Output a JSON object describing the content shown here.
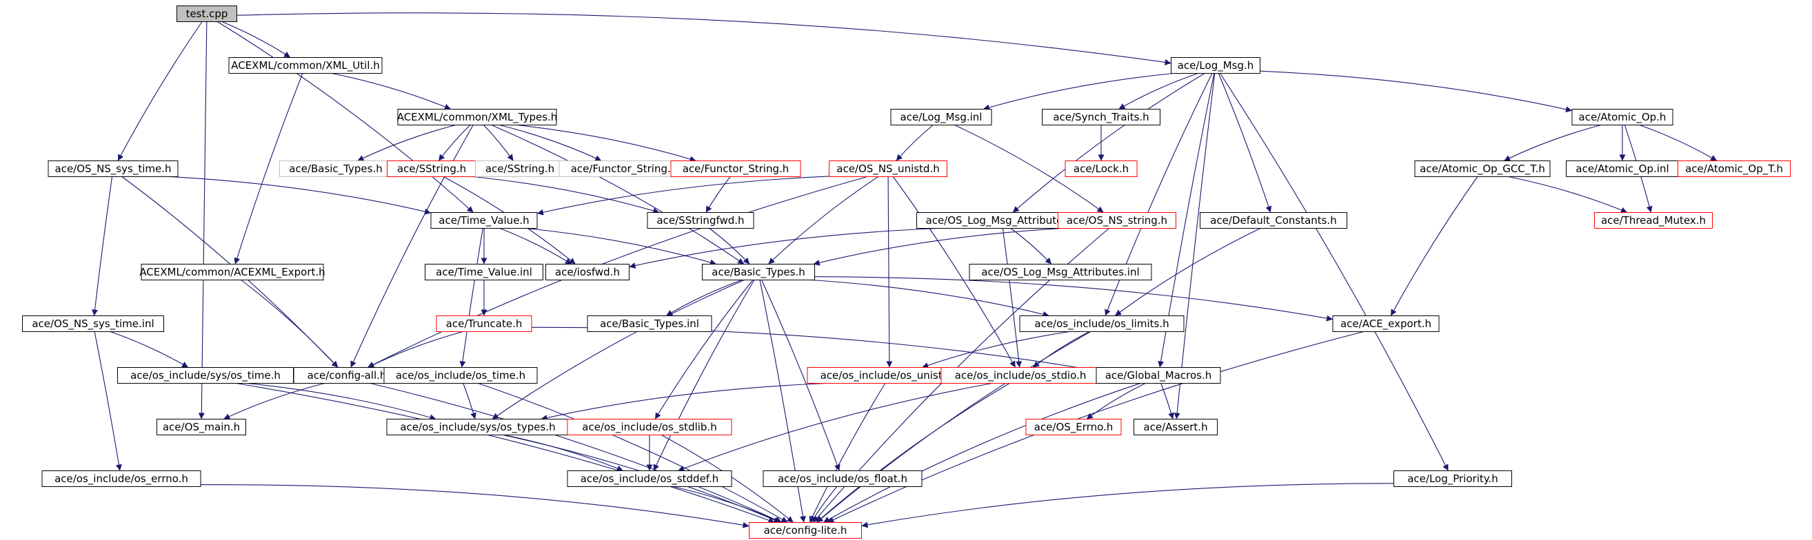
{
  "colors": {
    "edge": "#191970",
    "node_border_default": "#000000",
    "node_border_incomplete": "#ff0000",
    "node_border_external": "#bfbfbf",
    "root_fill": "#bfbfbf",
    "node_fill": "#ffffff"
  },
  "nodes": [
    {
      "id": "test_cpp",
      "label": "test.cpp",
      "style": "root"
    },
    {
      "id": "acexml_util",
      "label": "ACEXML/common/XML_Util.h",
      "style": "default"
    },
    {
      "id": "log_msg",
      "label": "ace/Log_Msg.h",
      "style": "default"
    },
    {
      "id": "acexml_types",
      "label": "ACEXML/common/XML_Types.h",
      "style": "default"
    },
    {
      "id": "log_msg_inl",
      "label": "ace/Log_Msg.inl",
      "style": "default"
    },
    {
      "id": "synch_traits",
      "label": "ace/Synch_Traits.h",
      "style": "default"
    },
    {
      "id": "atomic_op",
      "label": "ace/Atomic_Op.h",
      "style": "default"
    },
    {
      "id": "os_ns_sys_time",
      "label": "ace/OS_NS_sys_time.h",
      "style": "default"
    },
    {
      "id": "basic_types_ext",
      "label": "ace/Basic_Types.h",
      "style": "external"
    },
    {
      "id": "sstring",
      "label": "ace/SString.h",
      "style": "incomplete"
    },
    {
      "id": "sstring_ext",
      "label": "ace/SString.h",
      "style": "external"
    },
    {
      "id": "functor_string_ext",
      "label": "ace/Functor_String.h",
      "style": "external"
    },
    {
      "id": "functor_string",
      "label": "ace/Functor_String.h",
      "style": "incomplete"
    },
    {
      "id": "os_ns_unistd",
      "label": "ace/OS_NS_unistd.h",
      "style": "incomplete"
    },
    {
      "id": "lock",
      "label": "ace/Lock.h",
      "style": "incomplete"
    },
    {
      "id": "atomic_op_gcc",
      "label": "ace/Atomic_Op_GCC_T.h",
      "style": "default"
    },
    {
      "id": "atomic_op_inl",
      "label": "ace/Atomic_Op.inl",
      "style": "default"
    },
    {
      "id": "atomic_op_t",
      "label": "ace/Atomic_Op_T.h",
      "style": "incomplete"
    },
    {
      "id": "time_value",
      "label": "ace/Time_Value.h",
      "style": "default"
    },
    {
      "id": "sstringfwd",
      "label": "ace/SStringfwd.h",
      "style": "default"
    },
    {
      "id": "os_log_msg_attr",
      "label": "ace/OS_Log_Msg_Attributes.h",
      "style": "default"
    },
    {
      "id": "os_ns_string",
      "label": "ace/OS_NS_string.h",
      "style": "incomplete"
    },
    {
      "id": "default_constants",
      "label": "ace/Default_Constants.h",
      "style": "default"
    },
    {
      "id": "thread_mutex",
      "label": "ace/Thread_Mutex.h",
      "style": "incomplete"
    },
    {
      "id": "acexml_export",
      "label": "ACEXML/common/ACEXML_Export.h",
      "style": "default"
    },
    {
      "id": "time_value_inl",
      "label": "ace/Time_Value.inl",
      "style": "default"
    },
    {
      "id": "iosfwd",
      "label": "ace/iosfwd.h",
      "style": "default"
    },
    {
      "id": "basic_types",
      "label": "ace/Basic_Types.h",
      "style": "default"
    },
    {
      "id": "os_log_msg_attr_inl",
      "label": "ace/OS_Log_Msg_Attributes.inl",
      "style": "default"
    },
    {
      "id": "os_ns_sys_time_inl",
      "label": "ace/OS_NS_sys_time.inl",
      "style": "default"
    },
    {
      "id": "truncate",
      "label": "ace/Truncate.h",
      "style": "incomplete"
    },
    {
      "id": "basic_types_inl",
      "label": "ace/Basic_Types.inl",
      "style": "default"
    },
    {
      "id": "os_limits",
      "label": "ace/os_include/os_limits.h",
      "style": "default"
    },
    {
      "id": "ace_export",
      "label": "ace/ACE_export.h",
      "style": "default"
    },
    {
      "id": "sys_os_time",
      "label": "ace/os_include/sys/os_time.h",
      "style": "default"
    },
    {
      "id": "config_all",
      "label": "ace/config-all.h",
      "style": "default"
    },
    {
      "id": "os_time",
      "label": "ace/os_include/os_time.h",
      "style": "default"
    },
    {
      "id": "os_unistd",
      "label": "ace/os_include/os_unistd.h",
      "style": "incomplete"
    },
    {
      "id": "os_stdio",
      "label": "ace/os_include/os_stdio.h",
      "style": "incomplete"
    },
    {
      "id": "global_macros",
      "label": "ace/Global_Macros.h",
      "style": "default"
    },
    {
      "id": "os_main",
      "label": "ace/OS_main.h",
      "style": "default"
    },
    {
      "id": "sys_os_types",
      "label": "ace/os_include/sys/os_types.h",
      "style": "default"
    },
    {
      "id": "os_stdlib",
      "label": "ace/os_include/os_stdlib.h",
      "style": "incomplete"
    },
    {
      "id": "os_errno_ace",
      "label": "ace/OS_Errno.h",
      "style": "incomplete"
    },
    {
      "id": "assert",
      "label": "ace/Assert.h",
      "style": "default"
    },
    {
      "id": "os_errno",
      "label": "ace/os_include/os_errno.h",
      "style": "default"
    },
    {
      "id": "os_stddef",
      "label": "ace/os_include/os_stddef.h",
      "style": "default"
    },
    {
      "id": "os_float",
      "label": "ace/os_include/os_float.h",
      "style": "default"
    },
    {
      "id": "log_priority",
      "label": "ace/Log_Priority.h",
      "style": "default"
    },
    {
      "id": "config_lite",
      "label": "ace/config-lite.h",
      "style": "incomplete"
    }
  ],
  "edges": [
    [
      "test_cpp",
      "acexml_util"
    ],
    [
      "test_cpp",
      "log_msg"
    ],
    [
      "test_cpp",
      "os_ns_sys_time"
    ],
    [
      "test_cpp",
      "time_value"
    ],
    [
      "test_cpp",
      "os_main"
    ],
    [
      "acexml_util",
      "acexml_types"
    ],
    [
      "acexml_util",
      "acexml_export"
    ],
    [
      "acexml_types",
      "basic_types_ext"
    ],
    [
      "acexml_types",
      "sstring"
    ],
    [
      "acexml_types",
      "sstring_ext"
    ],
    [
      "acexml_types",
      "functor_string_ext"
    ],
    [
      "acexml_types",
      "functor_string"
    ],
    [
      "acexml_types",
      "basic_types"
    ],
    [
      "acexml_types",
      "config_all"
    ],
    [
      "log_msg",
      "log_msg_inl"
    ],
    [
      "log_msg",
      "synch_traits"
    ],
    [
      "log_msg",
      "atomic_op"
    ],
    [
      "log_msg",
      "os_log_msg_attr"
    ],
    [
      "log_msg",
      "default_constants"
    ],
    [
      "log_msg",
      "os_limits"
    ],
    [
      "log_msg",
      "global_macros"
    ],
    [
      "log_msg",
      "assert"
    ],
    [
      "log_msg",
      "log_priority"
    ],
    [
      "log_msg_inl",
      "os_ns_unistd"
    ],
    [
      "log_msg_inl",
      "os_ns_string"
    ],
    [
      "synch_traits",
      "lock"
    ],
    [
      "atomic_op",
      "atomic_op_gcc"
    ],
    [
      "atomic_op",
      "atomic_op_inl"
    ],
    [
      "atomic_op",
      "atomic_op_t"
    ],
    [
      "atomic_op",
      "thread_mutex"
    ],
    [
      "atomic_op_gcc",
      "thread_mutex"
    ],
    [
      "atomic_op_gcc",
      "ace_export"
    ],
    [
      "os_ns_sys_time",
      "time_value"
    ],
    [
      "os_ns_sys_time",
      "os_ns_sys_time_inl"
    ],
    [
      "os_ns_sys_time",
      "config_all"
    ],
    [
      "sstring",
      "sstringfwd"
    ],
    [
      "sstring",
      "iosfwd"
    ],
    [
      "functor_string",
      "sstringfwd"
    ],
    [
      "os_ns_unistd",
      "time_value"
    ],
    [
      "os_ns_unistd",
      "basic_types"
    ],
    [
      "os_ns_unistd",
      "os_unistd"
    ],
    [
      "os_ns_unistd",
      "os_stdio"
    ],
    [
      "os_ns_unistd",
      "config_all"
    ],
    [
      "time_value",
      "time_value_inl"
    ],
    [
      "time_value",
      "iosfwd"
    ],
    [
      "time_value",
      "basic_types"
    ],
    [
      "time_value",
      "os_time"
    ],
    [
      "sstringfwd",
      "basic_types"
    ],
    [
      "os_log_msg_attr",
      "iosfwd"
    ],
    [
      "os_log_msg_attr",
      "os_log_msg_attr_inl"
    ],
    [
      "os_log_msg_attr",
      "os_stdio"
    ],
    [
      "os_ns_string",
      "basic_types"
    ],
    [
      "os_ns_string",
      "config_lite"
    ],
    [
      "default_constants",
      "os_limits"
    ],
    [
      "acexml_export",
      "config_all"
    ],
    [
      "time_value_inl",
      "truncate"
    ],
    [
      "basic_types",
      "basic_types_inl"
    ],
    [
      "basic_types",
      "os_limits"
    ],
    [
      "basic_types",
      "ace_export"
    ],
    [
      "basic_types",
      "sys_os_types"
    ],
    [
      "basic_types",
      "os_stdlib"
    ],
    [
      "basic_types",
      "os_stddef"
    ],
    [
      "basic_types",
      "os_float"
    ],
    [
      "basic_types",
      "config_lite"
    ],
    [
      "os_ns_sys_time_inl",
      "sys_os_time"
    ],
    [
      "os_ns_sys_time_inl",
      "os_errno"
    ],
    [
      "truncate",
      "config_all"
    ],
    [
      "truncate",
      "global_macros"
    ],
    [
      "os_limits",
      "os_unistd"
    ],
    [
      "os_limits",
      "os_stdio"
    ],
    [
      "os_limits",
      "config_lite"
    ],
    [
      "ace_export",
      "config_lite"
    ],
    [
      "sys_os_time",
      "sys_os_types"
    ],
    [
      "sys_os_time",
      "config_lite"
    ],
    [
      "config_all",
      "os_main"
    ],
    [
      "config_all",
      "config_lite"
    ],
    [
      "os_time",
      "sys_os_types"
    ],
    [
      "os_time",
      "config_lite"
    ],
    [
      "os_unistd",
      "sys_os_types"
    ],
    [
      "os_unistd",
      "config_lite"
    ],
    [
      "os_stdio",
      "os_stddef"
    ],
    [
      "os_stdio",
      "config_lite"
    ],
    [
      "global_macros",
      "os_errno_ace"
    ],
    [
      "global_macros",
      "assert"
    ],
    [
      "global_macros",
      "config_lite"
    ],
    [
      "sys_os_types",
      "os_stddef"
    ],
    [
      "sys_os_types",
      "config_lite"
    ],
    [
      "os_stdlib",
      "os_stddef"
    ],
    [
      "os_stdlib",
      "config_lite"
    ],
    [
      "os_errno",
      "config_lite"
    ],
    [
      "os_stddef",
      "config_lite"
    ],
    [
      "os_float",
      "config_lite"
    ],
    [
      "log_priority",
      "config_lite"
    ]
  ]
}
